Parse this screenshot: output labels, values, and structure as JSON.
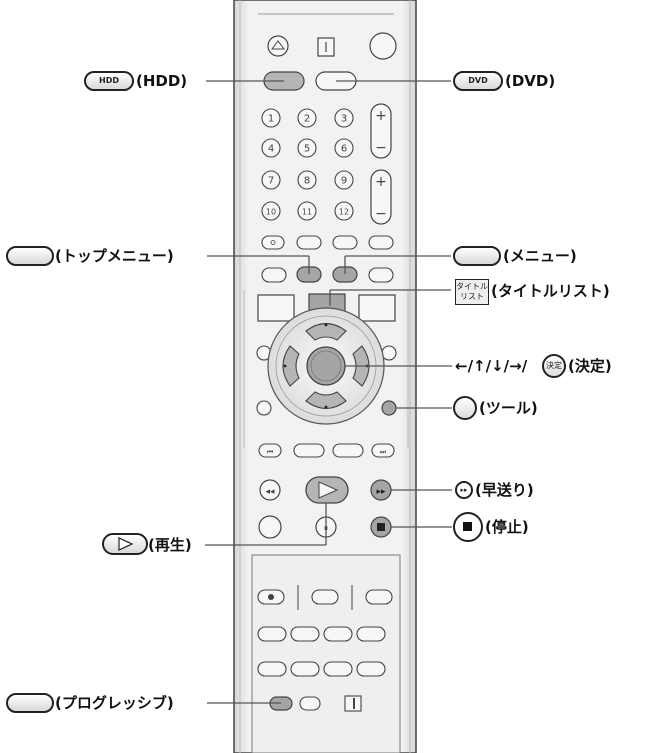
{
  "labels": {
    "hdd_key": "HDD",
    "hdd": "(HDD)",
    "dvd_key": "DVD",
    "dvd": "(DVD)",
    "top_menu": "(トップメニュー)",
    "menu": "(メニュー)",
    "title_list_key_top": "タイトル",
    "title_list_key_bottom": "リスト",
    "title_list": "(タイトルリスト)",
    "arrows": "←/↑/↓/→/",
    "enter_key": "決定",
    "enter": "(決定)",
    "tools": "(ツール)",
    "fast_forward": "(早送り)",
    "play": "(再生)",
    "stop": "(停止)",
    "progressive": "(プログレッシブ)"
  },
  "remote": {
    "numbers": [
      "1",
      "2",
      "3",
      "4",
      "5",
      "6",
      "7",
      "8",
      "9",
      "10",
      "11",
      "12"
    ],
    "plus": "+",
    "minus": "−"
  },
  "colors": {
    "line": "#555555",
    "body": "#ebebeb",
    "highlight": "#9a9a9a"
  }
}
